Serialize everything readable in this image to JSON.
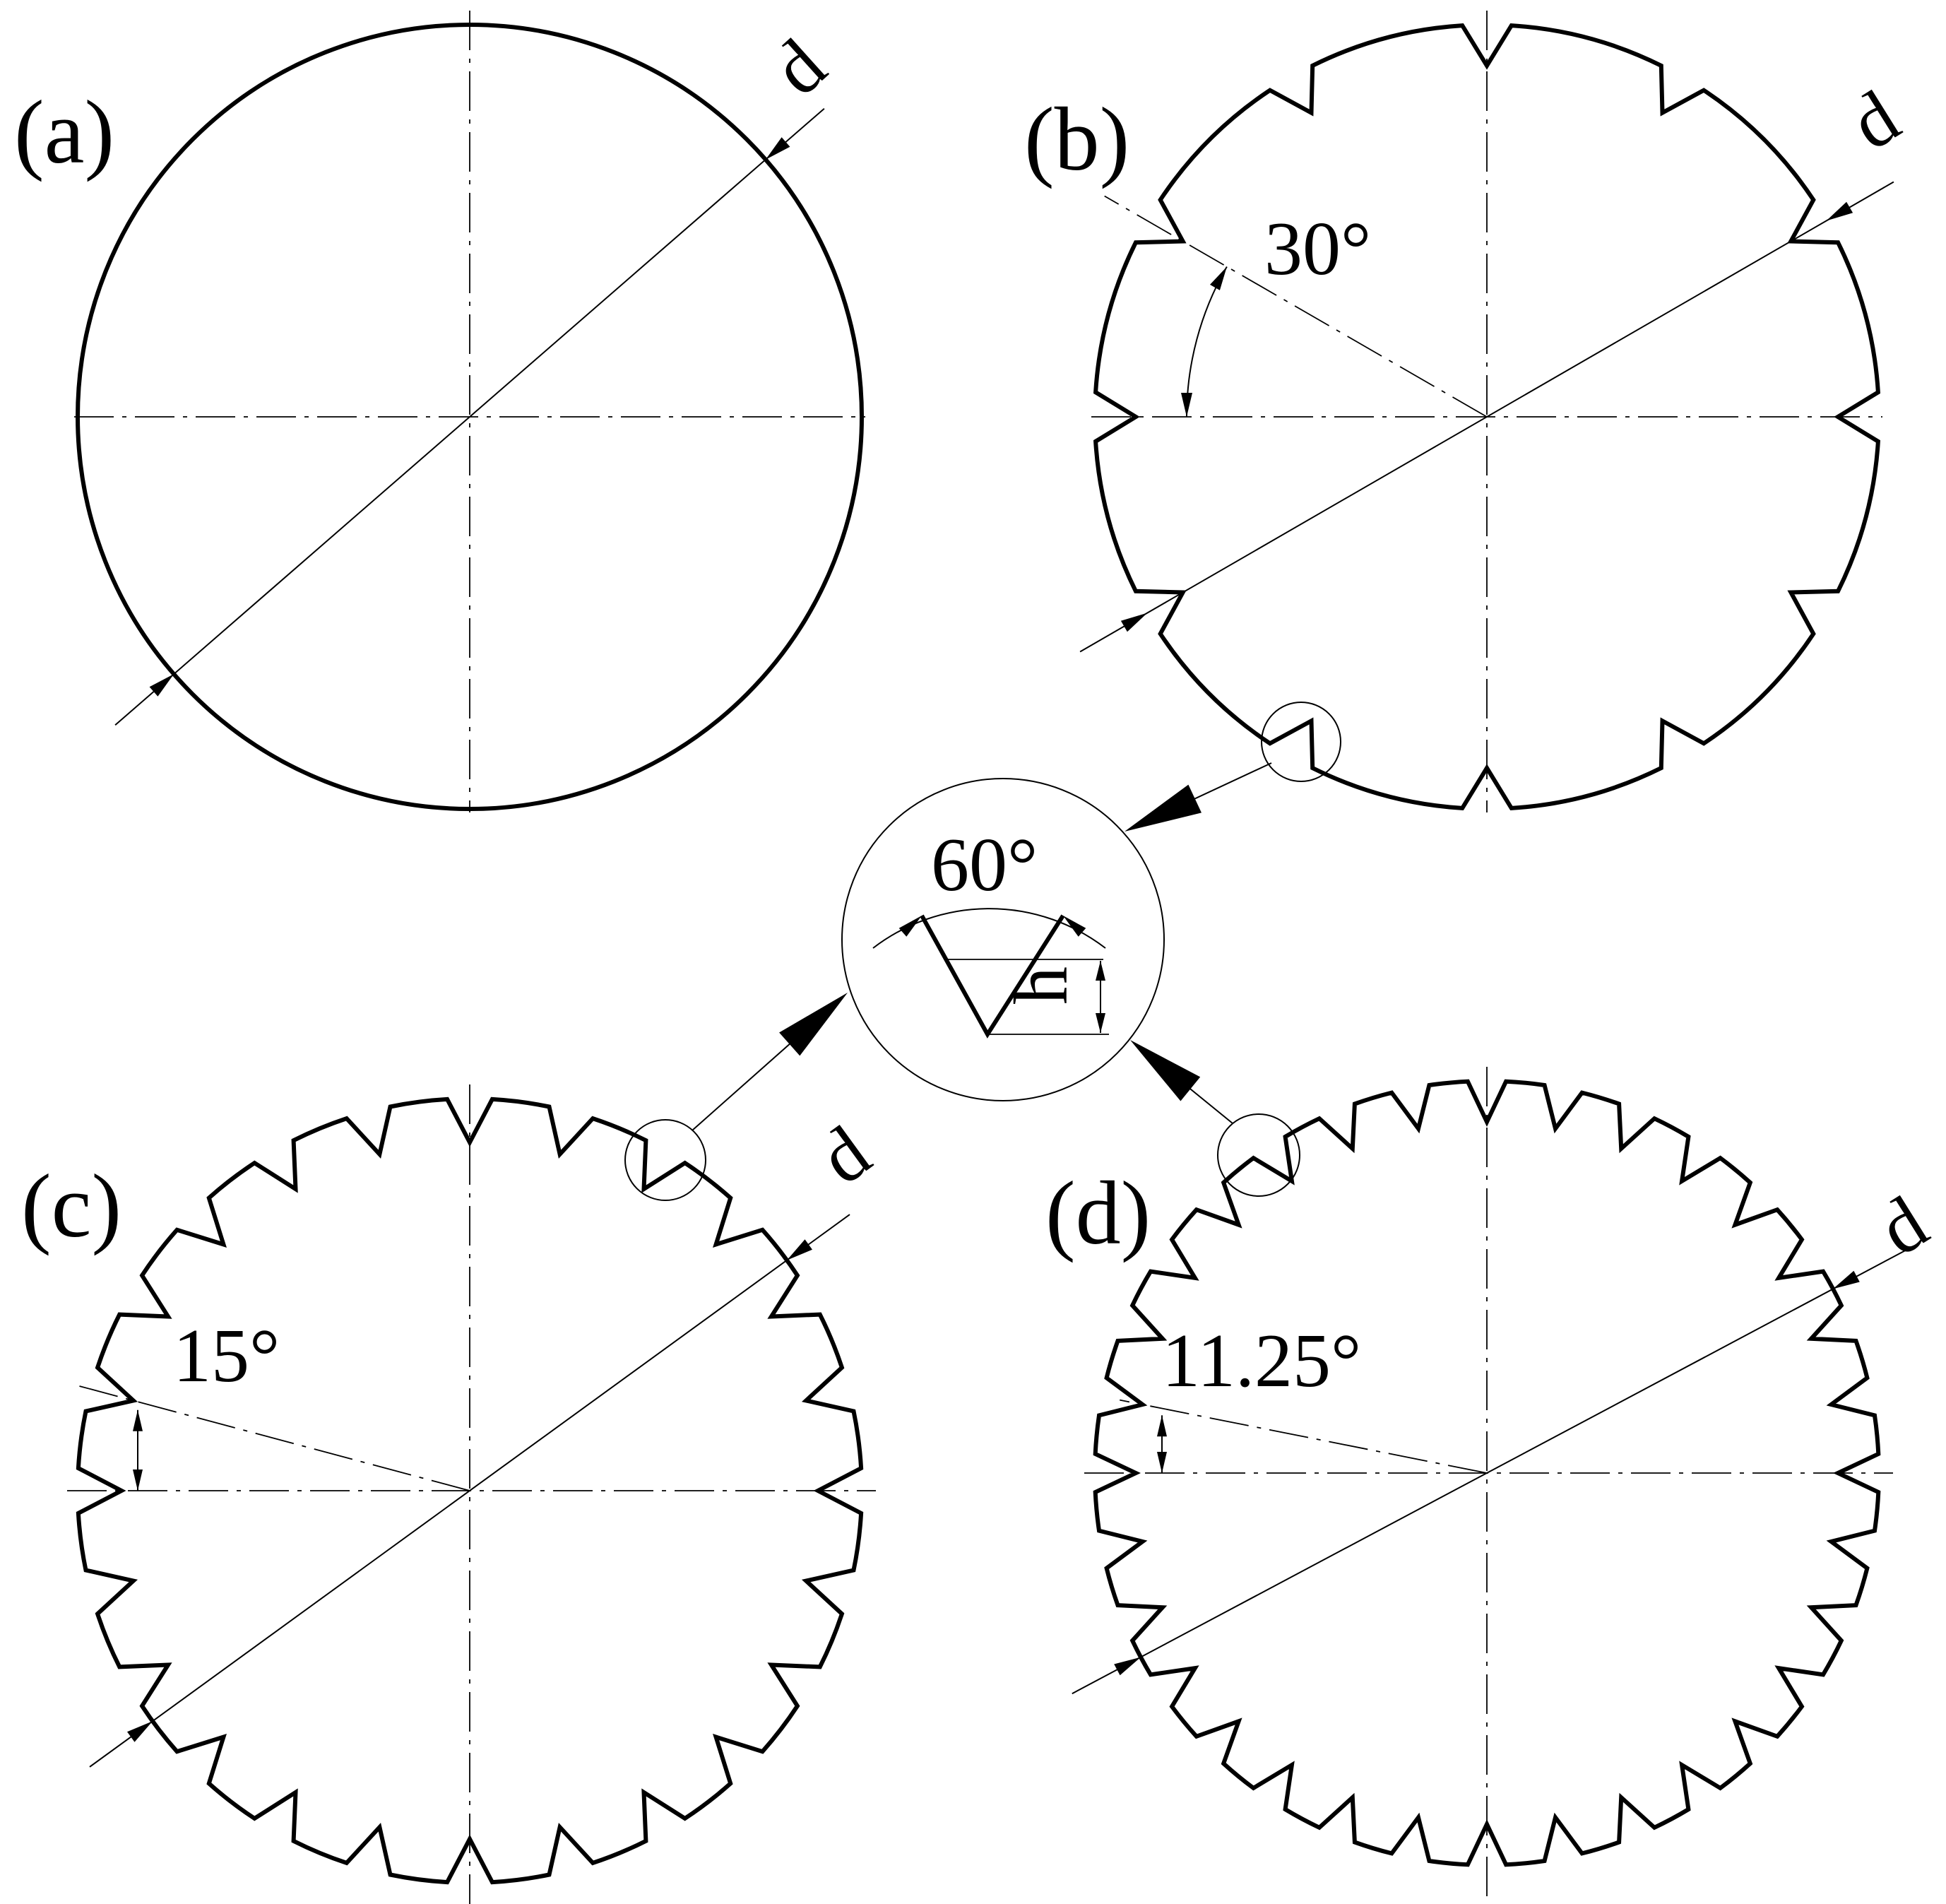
{
  "panels": [
    {
      "id": "a",
      "label": "(a)",
      "notches": 0,
      "diameter_label": "d"
    },
    {
      "id": "b",
      "label": "(b)",
      "notches": 12,
      "diameter_label": "d",
      "angle_label": "30°"
    },
    {
      "id": "c",
      "label": "(c)",
      "notches": 24,
      "diameter_label": "d",
      "angle_label": "15°"
    },
    {
      "id": "d",
      "label": "(d)",
      "notches": 32,
      "diameter_label": "d",
      "angle_label": "11.25°"
    }
  ],
  "detail": {
    "angle_label": "60°",
    "depth_label": "h"
  }
}
